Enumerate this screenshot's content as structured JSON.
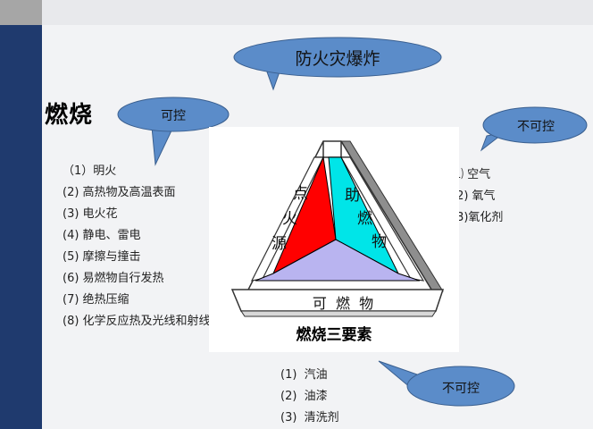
{
  "slide": {
    "heading": "燃烧",
    "bubbles": {
      "main": "防火灾爆炸",
      "controllable": "可控",
      "uncontrollable_top": "不可控",
      "uncontrollable_bottom": "不可控"
    },
    "ignition_sources": [
      "（1）明火",
      "(2) 高热物及高温表面",
      "(3) 电火花",
      "(4) 静电、雷电",
      "(5) 摩擦与撞击",
      "(6) 易燃物自行发热",
      "(7) 绝热压缩",
      "(8) 化学反应热及光线和射线"
    ],
    "oxidizers": [
      "⑴ 空气",
      "(2) 氧气",
      "(3)氧化剂"
    ],
    "combustibles": [
      "(1)  汽油",
      "(2)  油漆",
      "(3)  清洗剂"
    ],
    "diagram": {
      "left_label": [
        "点",
        "火",
        "源"
      ],
      "right_label": [
        "助",
        "燃",
        "物"
      ],
      "bottom_label": "可  燃  物",
      "caption": "燃烧三要素",
      "colors": {
        "ignition": "#ff0000",
        "oxidizer": "#00e5e8",
        "combustible": "#b9b4f0",
        "frame": "#7a7a7a"
      }
    }
  }
}
